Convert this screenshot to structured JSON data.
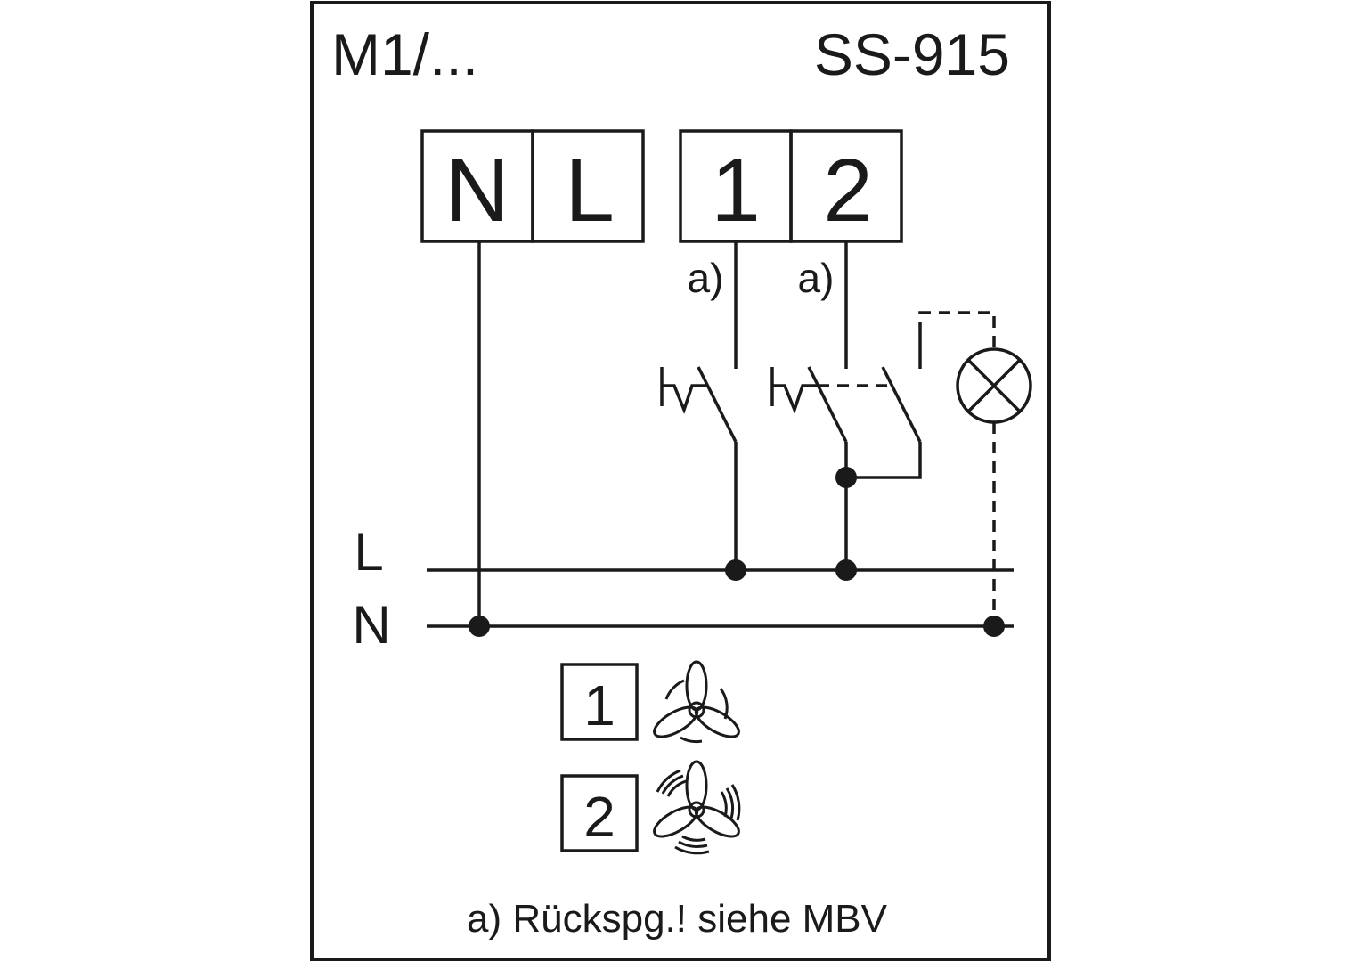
{
  "header": {
    "left_label": "M1/...",
    "right_label": "SS-915"
  },
  "terminals": [
    {
      "label": "N"
    },
    {
      "label": "L"
    },
    {
      "label": "1"
    },
    {
      "label": "2"
    }
  ],
  "footnote_markers": {
    "terminal_1": "a)",
    "terminal_2": "a)"
  },
  "bus_labels": {
    "line": "L",
    "neutral": "N"
  },
  "legend": [
    {
      "number": "1",
      "icon": "fan-slow-icon",
      "meaning": "fan speed 1"
    },
    {
      "number": "2",
      "icon": "fan-fast-icon",
      "meaning": "fan speed 2"
    }
  ],
  "footnote": "a) Rückspg.! siehe MBV",
  "colors": {
    "ink": "#1a1a1a",
    "background": "#ffffff"
  }
}
